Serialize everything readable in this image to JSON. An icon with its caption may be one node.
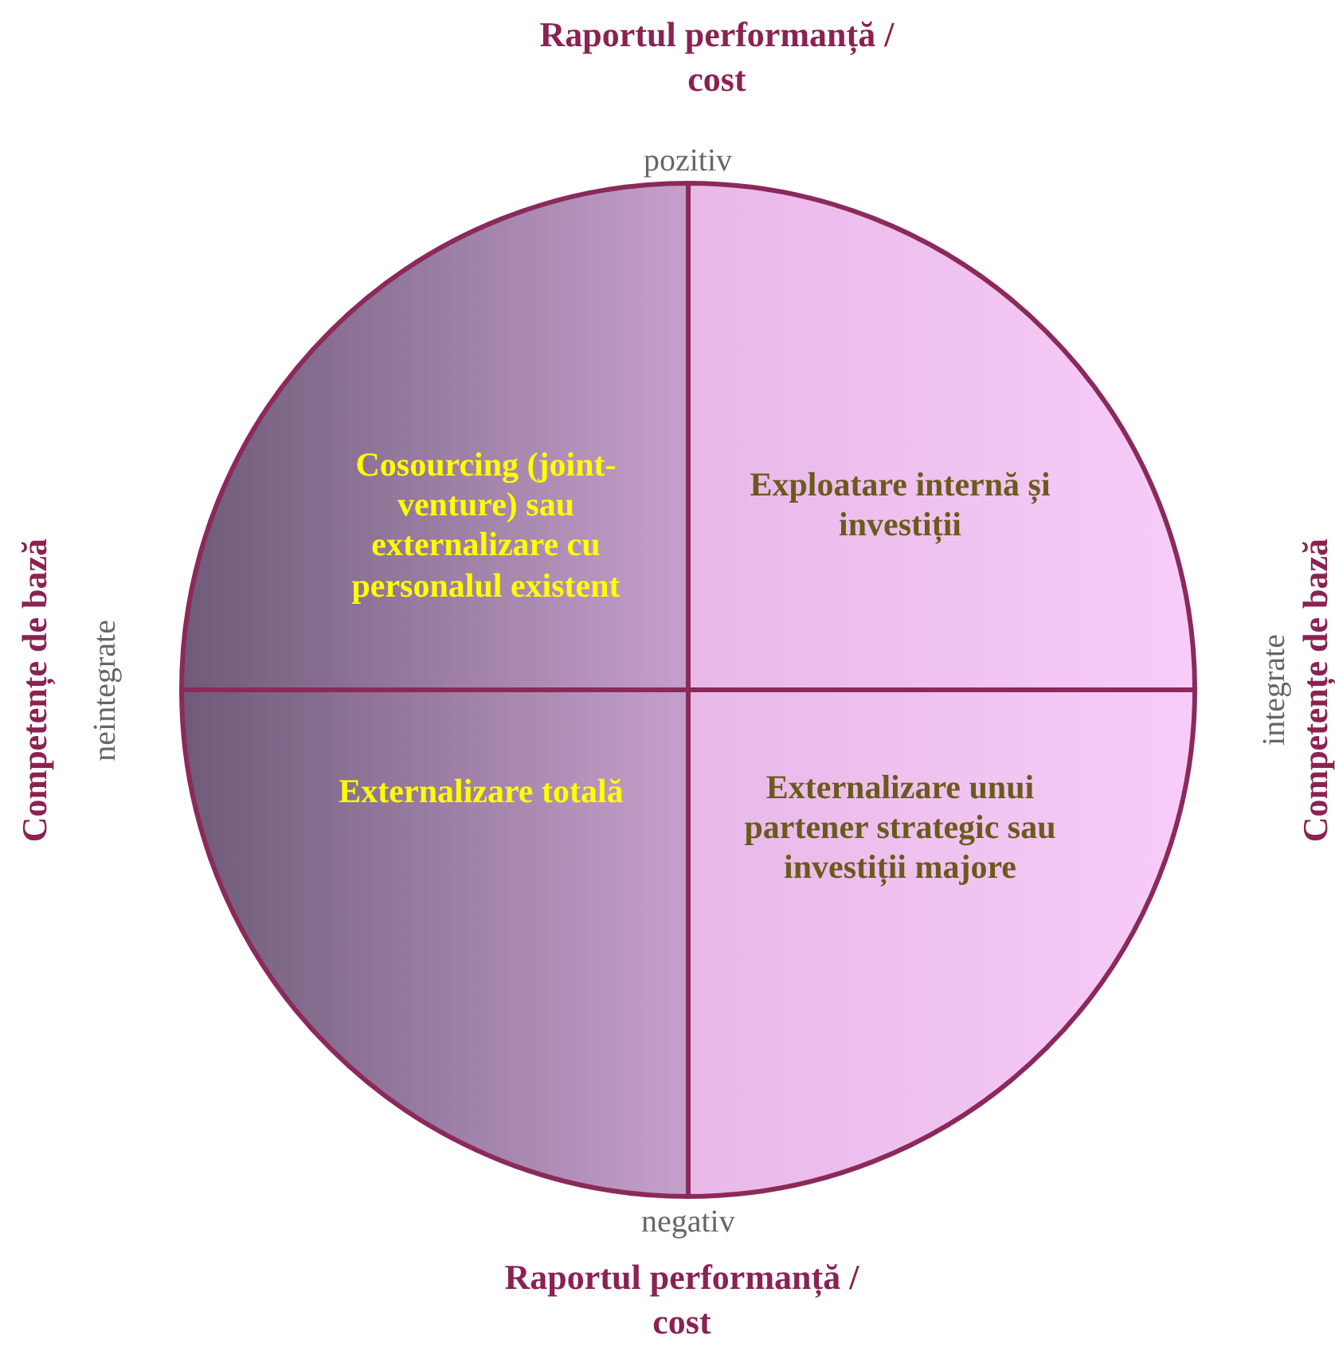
{
  "diagram": {
    "nodes": [
      {
        "text": [
          "Cosourcing (joint-venture) sau externalizare cu personalul existent"
        ]
      },
      {
        "text": [
          "Exploatare internă și investiții"
        ]
      },
      {
        "text": [
          "Externalizare totală"
        ]
      },
      {
        "text": [
          "Externalizare unui partener strategic sau investiții majore"
        ]
      }
    ],
    "edges": [],
    "labels": [
      "Raportul performanță / cost",
      "pozitiv",
      "Competențe de bază",
      "neintegrate",
      "integrate",
      "Competențe de bază",
      "negativ",
      "Raportul performanță / cost"
    ]
  }
}
